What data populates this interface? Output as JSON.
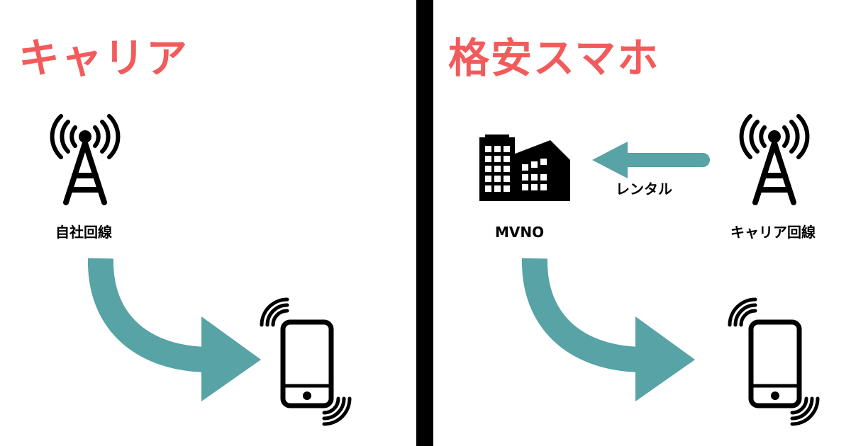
{
  "colors": {
    "title": "#f25b5b",
    "arrow": "#57a3a5",
    "icon": "#000000",
    "divider": "#000000"
  },
  "left": {
    "title": "キャリア",
    "tower_label": "自社回線",
    "icons": [
      "antenna-tower-icon",
      "smartphone-icon",
      "curved-arrow-icon"
    ]
  },
  "right": {
    "title": "格安スマホ",
    "company_label": "MVNO",
    "tower_label": "キャリア回線",
    "rental_label": "レンタル",
    "icons": [
      "building-icon",
      "left-arrow-icon",
      "antenna-tower-icon",
      "smartphone-icon",
      "curved-arrow-icon"
    ]
  }
}
